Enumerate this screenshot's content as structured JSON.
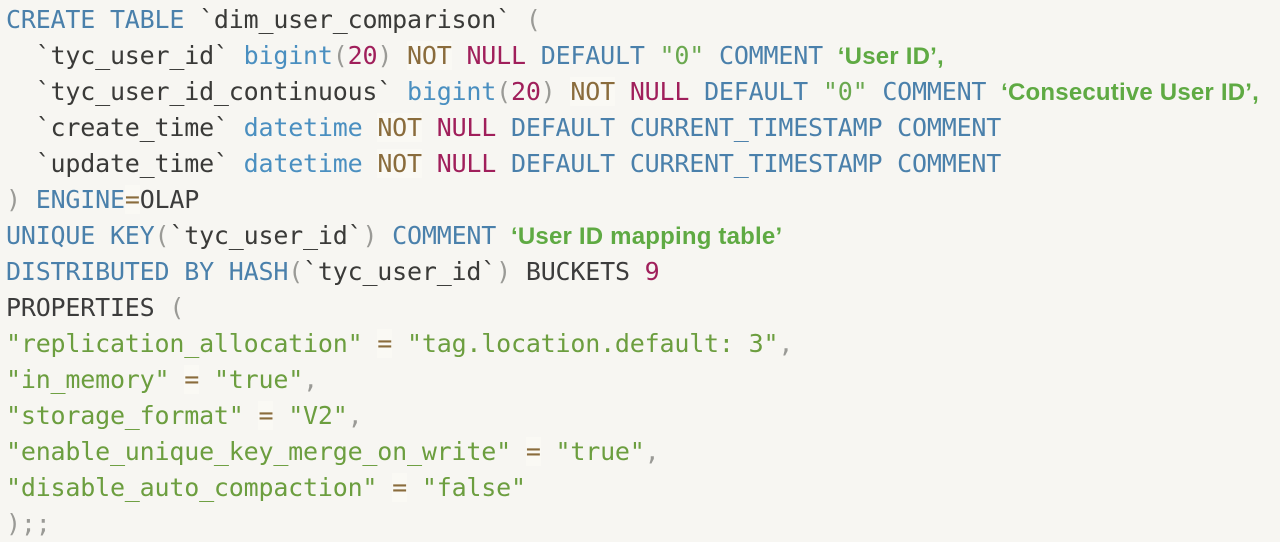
{
  "editor": {
    "language": "sql",
    "background_color": "#f7f6f2",
    "line_count": 14
  },
  "colors": {
    "keyword": "#4a80ab",
    "type": "#4a8fc0",
    "null": "#a01f5b",
    "number": "#a01f5b",
    "not": "#8a6c3c",
    "string": "#6aa84f",
    "comment": "#5faa43",
    "punct": "#9a9a96",
    "identifier": "#3a3a38",
    "plain": "#3c3c3c",
    "operator": "#8a6c3c"
  },
  "code": {
    "line1": {
      "kw_create": "CREATE TABLE",
      "table_name": "`dim_user_comparison`",
      "paren_open": "("
    },
    "line2": {
      "column": "`tyc_user_id`",
      "type": "bigint",
      "paren_open": "(",
      "length": "20",
      "paren_close": ")",
      "not": "NOT",
      "null": "NULL",
      "default_kw": "DEFAULT",
      "default_value": "\"0\"",
      "comment_kw": "COMMENT",
      "comment_text": "‘User ID’,"
    },
    "line3": {
      "column": "`tyc_user_id_continuous`",
      "type": "bigint",
      "paren_open": "(",
      "length": "20",
      "paren_close": ")",
      "not": "NOT",
      "null": "NULL",
      "default_kw": "DEFAULT",
      "default_value": "\"0\"",
      "comment_kw": "COMMENT",
      "comment_text": "‘Consecutive User ID’,"
    },
    "line4": {
      "column": "`create_time`",
      "type": "datetime",
      "not": "NOT",
      "null": "NULL",
      "default_kw": "DEFAULT",
      "default_value": "CURRENT_TIMESTAMP",
      "comment_kw": "COMMENT"
    },
    "line5": {
      "column": "`update_time`",
      "type": "datetime",
      "not": "NOT",
      "null": "NULL",
      "default_kw": "DEFAULT",
      "default_value": "CURRENT_TIMESTAMP",
      "comment_kw": "COMMENT"
    },
    "line6": {
      "paren_close": ")",
      "engine_kw": "ENGINE",
      "equals": "=",
      "engine_value": "OLAP"
    },
    "line7": {
      "unique_key_kw": "UNIQUE KEY",
      "paren_open": "(",
      "key_column": "`tyc_user_id`",
      "paren_close": ")",
      "comment_kw": "COMMENT",
      "comment_text": "‘User ID mapping table’"
    },
    "line8": {
      "distributed_kw": "DISTRIBUTED BY HASH",
      "paren_open": "(",
      "hash_column": "`tyc_user_id`",
      "paren_close": ")",
      "buckets_kw": "BUCKETS",
      "buckets_value": "9"
    },
    "line9": {
      "properties_kw": "PROPERTIES",
      "paren_open": "("
    },
    "line10": {
      "key": "\"replication_allocation\"",
      "equals": "=",
      "value": "\"tag.location.default: 3\"",
      "comma": ","
    },
    "line11": {
      "key": "\"in_memory\"",
      "equals": "=",
      "value": "\"true\"",
      "comma": ","
    },
    "line12": {
      "key": "\"storage_format\"",
      "equals": "=",
      "value": "\"V2\"",
      "comma": ","
    },
    "line13": {
      "key": "\"enable_unique_key_merge_on_write\"",
      "equals": "=",
      "value": "\"true\"",
      "comma": ","
    },
    "line14": {
      "key": "\"disable_auto_compaction\"",
      "equals": "=",
      "value": "\"false\""
    },
    "line15": {
      "terminator": ");;"
    }
  }
}
